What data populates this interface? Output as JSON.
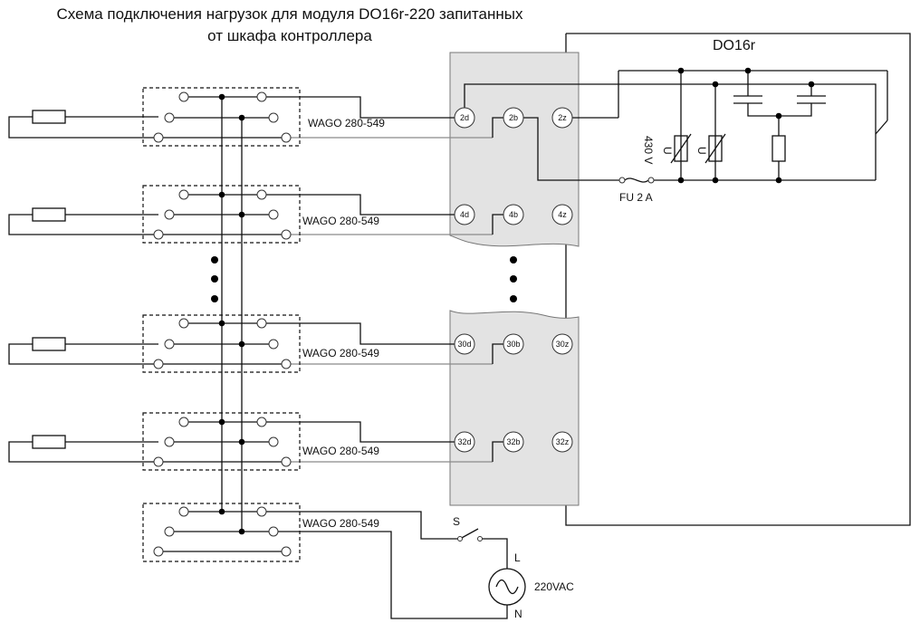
{
  "title": {
    "line1": "Схема подключения нагрузок для модуля DO16r-220 запитанных",
    "line2": "от шкафа контроллера"
  },
  "module": {
    "name": "DO16r",
    "pins_row1": [
      "2d",
      "2b",
      "2z"
    ],
    "pins_row2": [
      "4d",
      "4b",
      "4z"
    ],
    "pins_row3": [
      "30d",
      "30b",
      "30z"
    ],
    "pins_row4": [
      "32d",
      "32b",
      "32z"
    ]
  },
  "connector_label": "WAGO 280-549",
  "varistor_label": "430 V",
  "varistor_symbol": "U",
  "fuse_label": "FU 2 A",
  "switch_label": "S",
  "supply": {
    "line": "L",
    "neutral": "N",
    "voltage": "220VAC"
  }
}
